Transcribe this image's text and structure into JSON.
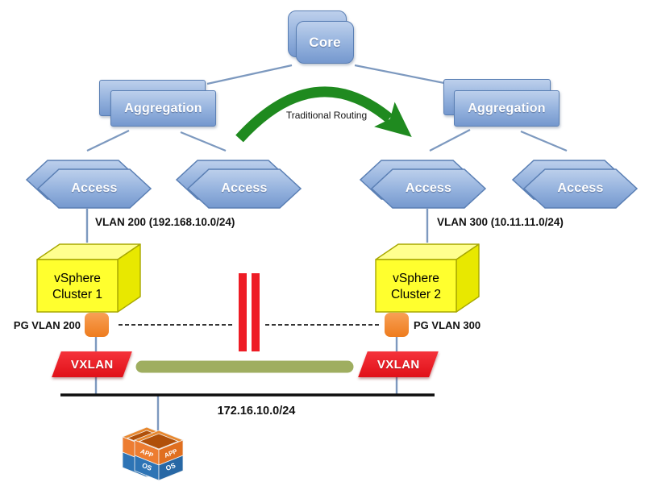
{
  "nodes": {
    "core": {
      "label": "Core"
    },
    "aggregation_left": {
      "label": "Aggregation"
    },
    "aggregation_right": {
      "label": "Aggregation"
    },
    "access_left_1": {
      "label": "Access"
    },
    "access_left_2": {
      "label": "Access"
    },
    "access_right_1": {
      "label": "Access"
    },
    "access_right_2": {
      "label": "Access"
    },
    "cluster_left": {
      "line1": "vSphere",
      "line2": "Cluster 1"
    },
    "cluster_right": {
      "line1": "vSphere",
      "line2": "Cluster 2"
    },
    "vxlan_left": {
      "label": "VXLAN"
    },
    "vxlan_right": {
      "label": "VXLAN"
    },
    "vm": {
      "app": "APP",
      "os": "OS"
    }
  },
  "annotations": {
    "traditional_routing": "Traditional Routing",
    "vlan_left": "VLAN 200 (192.168.10.0/24)",
    "vlan_right": "VLAN 300 (10.11.11.0/24)",
    "pg_vlan_left": "PG VLAN 200",
    "pg_vlan_right": "PG VLAN 300",
    "vxlan_subnet": "172.16.10.0/24"
  },
  "colors": {
    "node_blue": "#7e9fd4",
    "node_border": "#5a7fb4",
    "cluster_yellow": "#ffff2e",
    "port_orange": "#f38b3c",
    "vxlan_red": "#ee1c25",
    "segment_olive": "#9fae60",
    "arrow_green": "#1f8a1f"
  }
}
